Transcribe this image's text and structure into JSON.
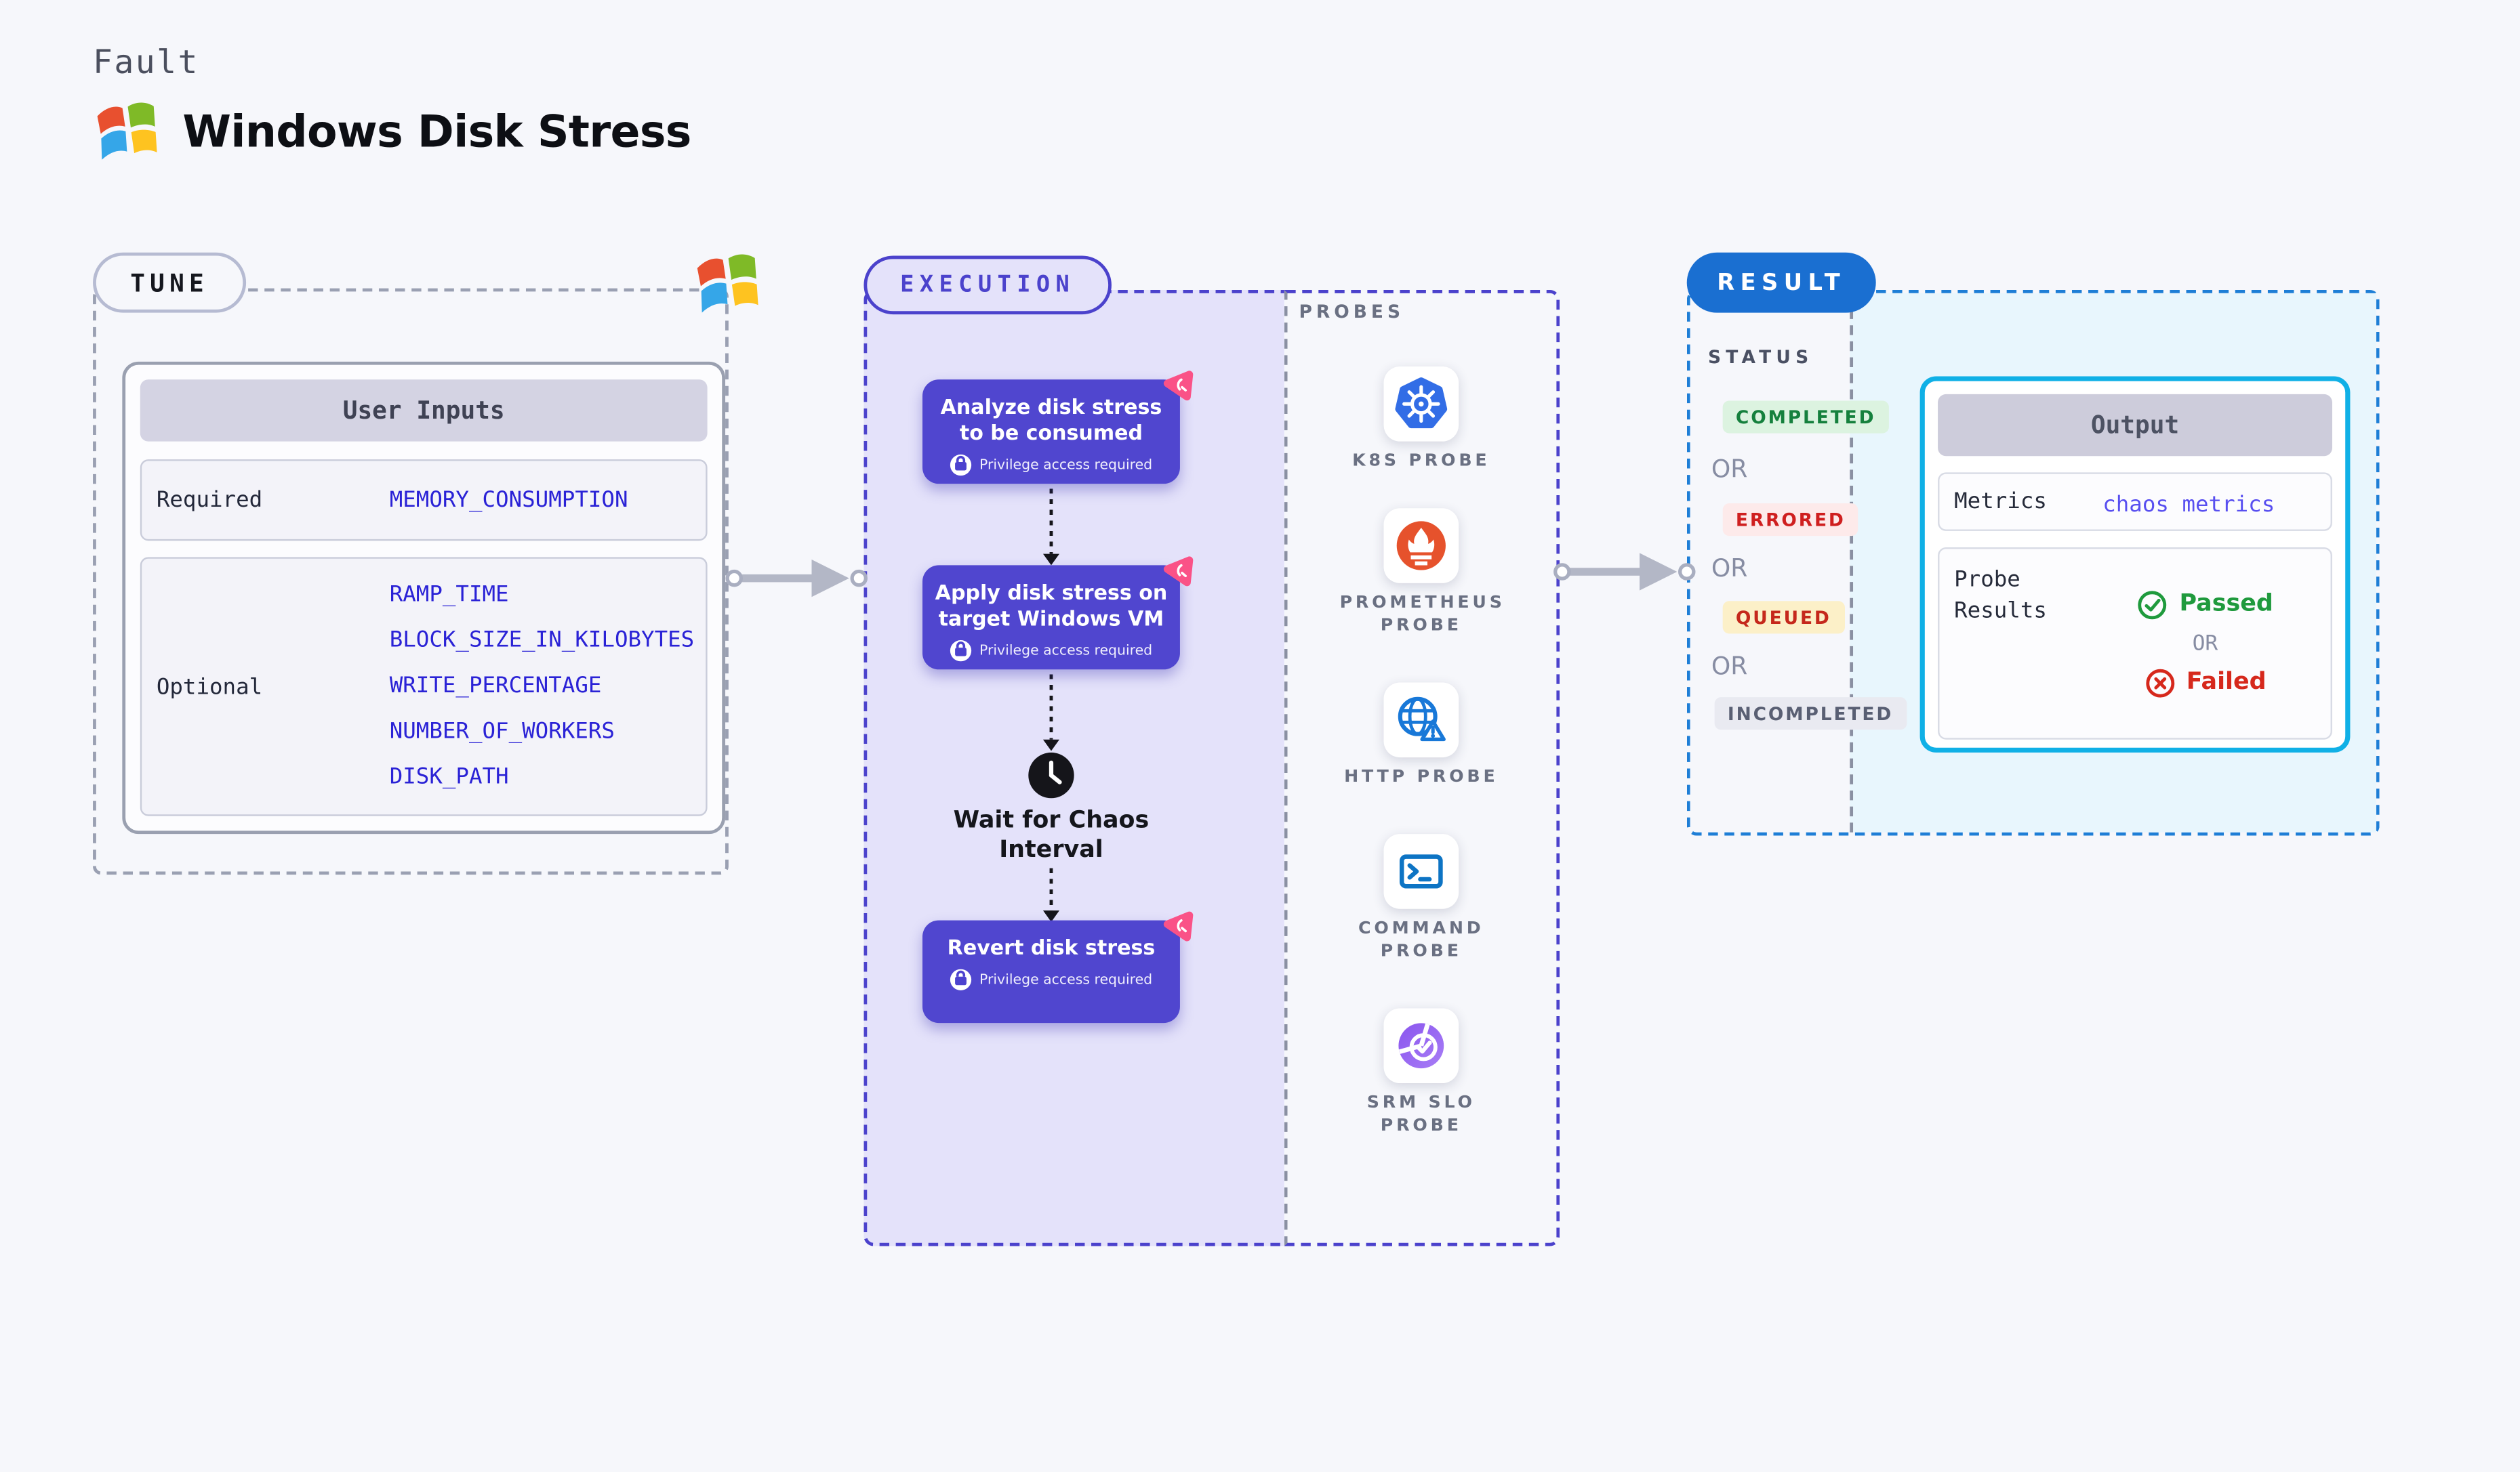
{
  "colors": {
    "page_bg": "#f6f7fb",
    "execution_accent": "#4b42cc",
    "execution_bg": "#e4e2fa",
    "node_bg": "#5046cf",
    "chaos_pink": "#fa5287",
    "tune_border_grey": "#9aa0b2",
    "result_pill_blue": "#1a6fd1",
    "result_dashed_blue": "#1e7ed6",
    "output_card_border_cyan": "#10b0e6",
    "output_zone_bg": "#e8f6fd",
    "input_value_blue": "#2a22d6",
    "metrics_value_indigo": "#584ff0",
    "passed_green": "#1f9a3d",
    "failed_red": "#d6281c",
    "status_completed": {
      "fg": "#15803d",
      "bg": "#dcf3e0"
    },
    "status_errored": {
      "fg": "#cf1f1f",
      "bg": "#fdeaea"
    },
    "status_queued": {
      "fg": "#c5281c",
      "bg": "#fcf0c8"
    },
    "status_incompleted": {
      "fg": "#595f73",
      "bg": "#e9eaf1"
    },
    "kubernetes_blue": "#326de6",
    "prometheus_orange": "#e6522c",
    "probe_icon_blue": "#1878d8",
    "srm_slo_purple": "#8a55ee"
  },
  "header": {
    "kicker": "Fault",
    "title": "Windows Disk Stress"
  },
  "tune": {
    "label": "TUNE",
    "user_inputs": {
      "title": "User Inputs",
      "required_label": "Required",
      "required_values": [
        "MEMORY_CONSUMPTION"
      ],
      "optional_label": "Optional",
      "optional_values": [
        "RAMP_TIME",
        "BLOCK_SIZE_IN_KILOBYTES",
        "WRITE_PERCENTAGE",
        "NUMBER_OF_WORKERS",
        "DISK_PATH"
      ]
    }
  },
  "execution": {
    "label": "EXECUTION",
    "privilege_note": "Privilege access required",
    "steps": [
      {
        "title": "Analyze disk stress to be consumed"
      },
      {
        "title": "Apply disk stress on target Windows VM"
      },
      {
        "title": "Wait for Chaos Interval"
      },
      {
        "title": "Revert disk stress"
      }
    ]
  },
  "probes": {
    "label": "PROBES",
    "items": [
      {
        "name": "K8S PROBE",
        "icon": "kubernetes-icon"
      },
      {
        "name": "PROMETHEUS PROBE",
        "icon": "prometheus-icon"
      },
      {
        "name": "HTTP PROBE",
        "icon": "http-globe-icon"
      },
      {
        "name": "COMMAND PROBE",
        "icon": "terminal-icon"
      },
      {
        "name": "SRM SLO PROBE",
        "icon": "slo-donut-icon"
      }
    ]
  },
  "result": {
    "label": "RESULT",
    "status_heading": "STATUS",
    "or_label": "OR",
    "statuses": [
      "COMPLETED",
      "ERRORED",
      "QUEUED",
      "INCOMPLETED"
    ],
    "output": {
      "title": "Output",
      "metrics_label": "Metrics",
      "metrics_value": "chaos metrics",
      "probe_results_label": "Probe Results",
      "passed_label": "Passed",
      "failed_label": "Failed"
    }
  }
}
